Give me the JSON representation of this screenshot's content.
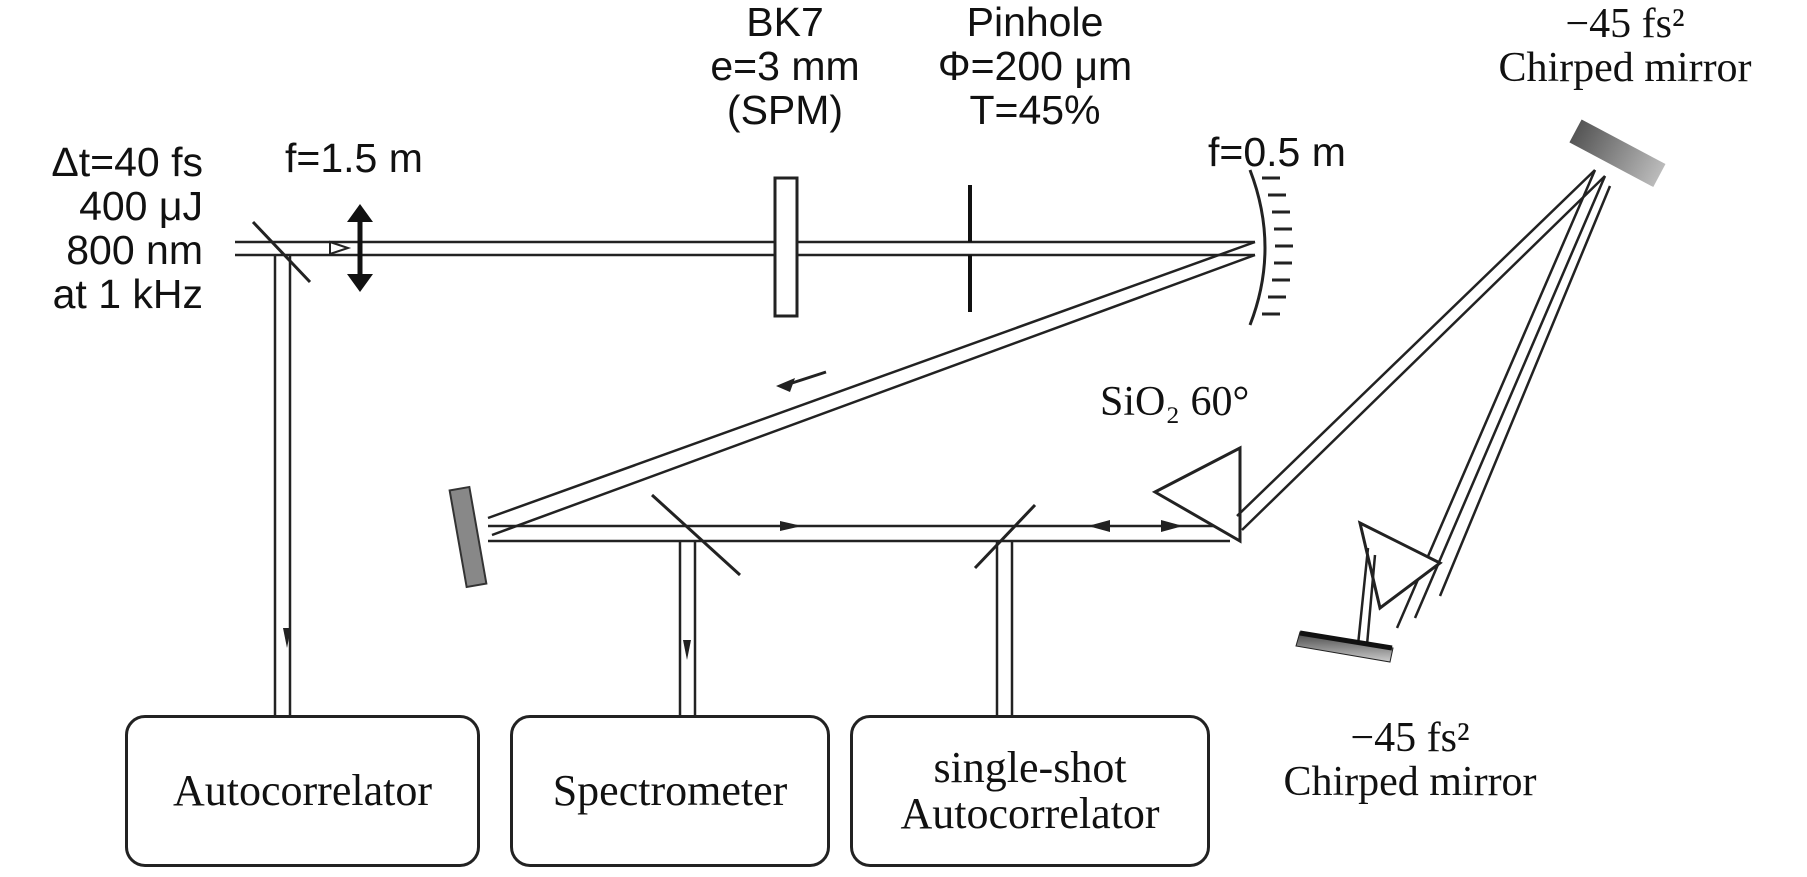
{
  "source": {
    "line1": "Δt=40 fs",
    "line2": "400 μJ",
    "line3": "800 nm",
    "line4": "at 1 kHz"
  },
  "lens": {
    "label": "f=1.5 m"
  },
  "bk7": {
    "line1": "BK7",
    "line2": "e=3 mm",
    "line3": "(SPM)"
  },
  "pinhole": {
    "line1": "Pinhole",
    "line2": "Φ=200 μm",
    "line3": "T=45%"
  },
  "curved_mirror": {
    "label": "f=0.5 m"
  },
  "chirped_mirror_top": {
    "line1": "−45 fs²",
    "line2": "Chirped mirror"
  },
  "chirped_mirror_bottom": {
    "line1": "−45 fs²",
    "line2": "Chirped mirror"
  },
  "prism": {
    "label": "SiO₂ 60°"
  },
  "boxes": {
    "autocorrelator": "Autocorrelator",
    "spectrometer": "Spectrometer",
    "single_shot_line1": "single-shot",
    "single_shot_line2": "Autocorrelator"
  }
}
